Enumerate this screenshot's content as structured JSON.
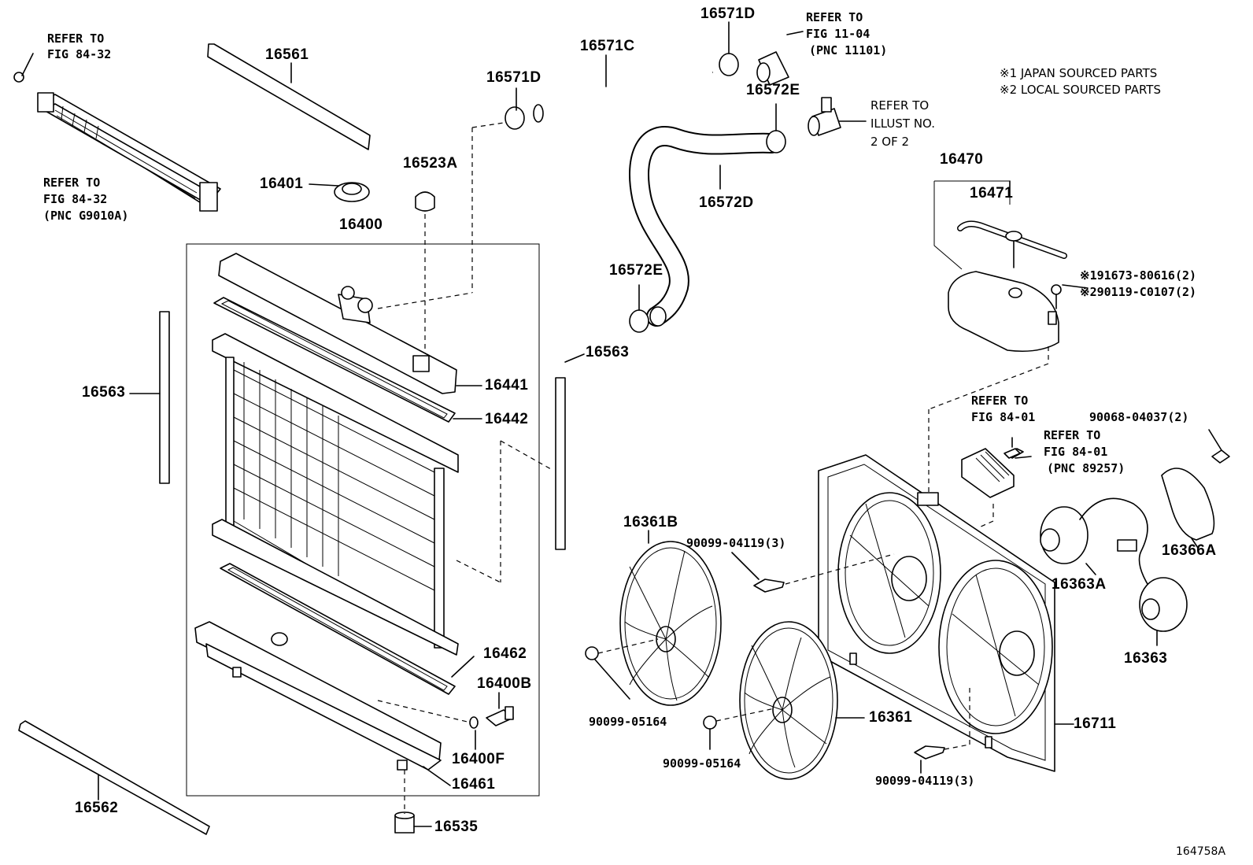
{
  "notes": {
    "note1": "※1 JAPAN SOURCED PARTS",
    "note2": "※2 LOCAL SOURCED PARTS"
  },
  "figure_id": "164758A",
  "refs": {
    "ref_84_32_top": {
      "line1": "REFER TO",
      "line2": "FIG 84-32"
    },
    "ref_84_32_mid": {
      "line1": "REFER TO",
      "line2": "FIG 84-32",
      "line3": "(PNC G9010A)"
    },
    "ref_11_04": {
      "line1": "REFER TO",
      "line2": "FIG 11-04",
      "line3": "(PNC 11101)"
    },
    "ref_illust": {
      "line1": "REFER TO",
      "line2": "ILLUST NO.",
      "line3": "2 OF 2"
    },
    "ref_84_01_a": {
      "line1": "REFER TO",
      "line2": "FIG 84-01"
    },
    "ref_84_01_b": {
      "line1": "REFER TO",
      "line2": "FIG 84-01",
      "line3": "(PNC 89257)"
    }
  },
  "parts": {
    "p16561": "16561",
    "p16401": "16401",
    "p16523A": "16523A",
    "p16571D_left": "16571D",
    "p16571C": "16571C",
    "p16571D_top": "16571D",
    "p16572E_top": "16572E",
    "p16572D": "16572D",
    "p16572E_left": "16572E",
    "p16400": "16400",
    "p16563_left": "16563",
    "p16563_right": "16563",
    "p16441": "16441",
    "p16442": "16442",
    "p16462": "16462",
    "p16400B": "16400B",
    "p16400F": "16400F",
    "p16461": "16461",
    "p16562": "16562",
    "p16535": "16535",
    "p16470": "16470",
    "p16471": "16471",
    "p91673": "※191673-80616(2)",
    "p90119": "※290119-C0107(2)",
    "p90068": "90068-04037(2)",
    "p16366A": "16366A",
    "p16363A": "16363A",
    "p16363": "16363",
    "p16361B": "16361B",
    "p90099_04119_a": "90099-04119(3)",
    "p90099_05164_a": "90099-05164",
    "p16361": "16361",
    "p90099_05164_b": "90099-05164",
    "p90099_04119_b": "90099-04119(3)",
    "p16711": "16711"
  }
}
